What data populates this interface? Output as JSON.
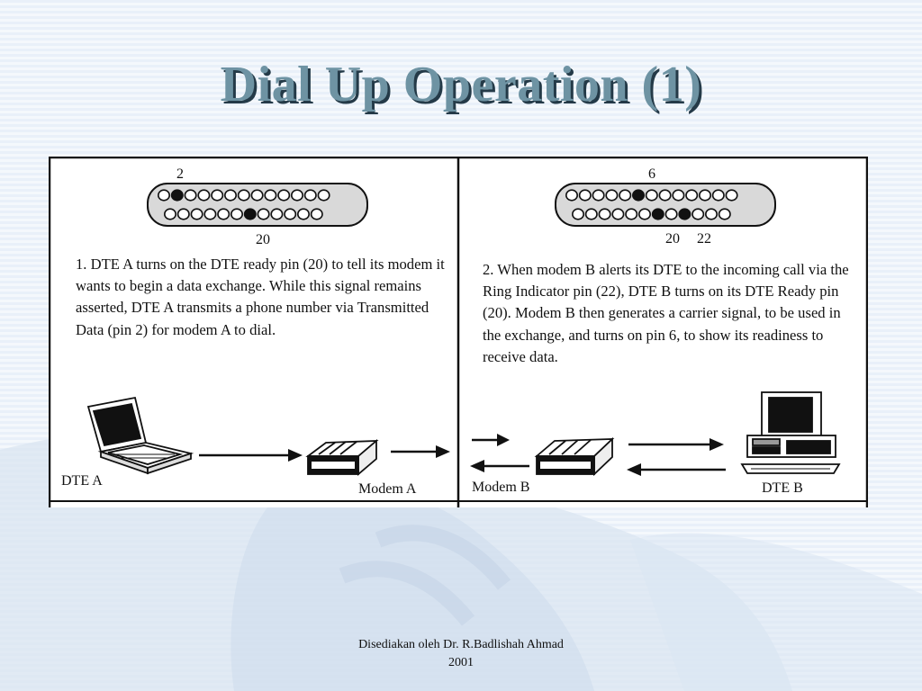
{
  "slide": {
    "title": "Dial Up Operation (1)"
  },
  "left_panel": {
    "pin_top_label": "2",
    "pin_bottom_label": "20",
    "description": "1. DTE A turns on the DTE ready pin (20) to tell its modem it wants to begin a data exchange. While this signal remains asserted, DTE A transmits a phone number via Transmitted Data (pin 2) for modem A to dial.",
    "device_label": "DTE A",
    "modem_label": "Modem A"
  },
  "right_panel": {
    "pin_top_label": "6",
    "pin_bottom_label_1": "20",
    "pin_bottom_label_2": "22",
    "description": "2. When modem B alerts its DTE to the incoming call via the Ring Indicator pin (22), DTE B turns on its DTE Ready pin (20). Modem B then generates a carrier signal, to be used in the exchange, and turns on pin 6, to show its readiness to receive data.",
    "modem_label": "Modem B",
    "device_label": "DTE B"
  },
  "footer": {
    "line1": "Disediakan oleh Dr. R.Badlishah Ahmad",
    "line2": "2001"
  },
  "colors": {
    "title": "#6e93a3",
    "title_shadow": "#243a48",
    "background": "#e6eef8"
  }
}
